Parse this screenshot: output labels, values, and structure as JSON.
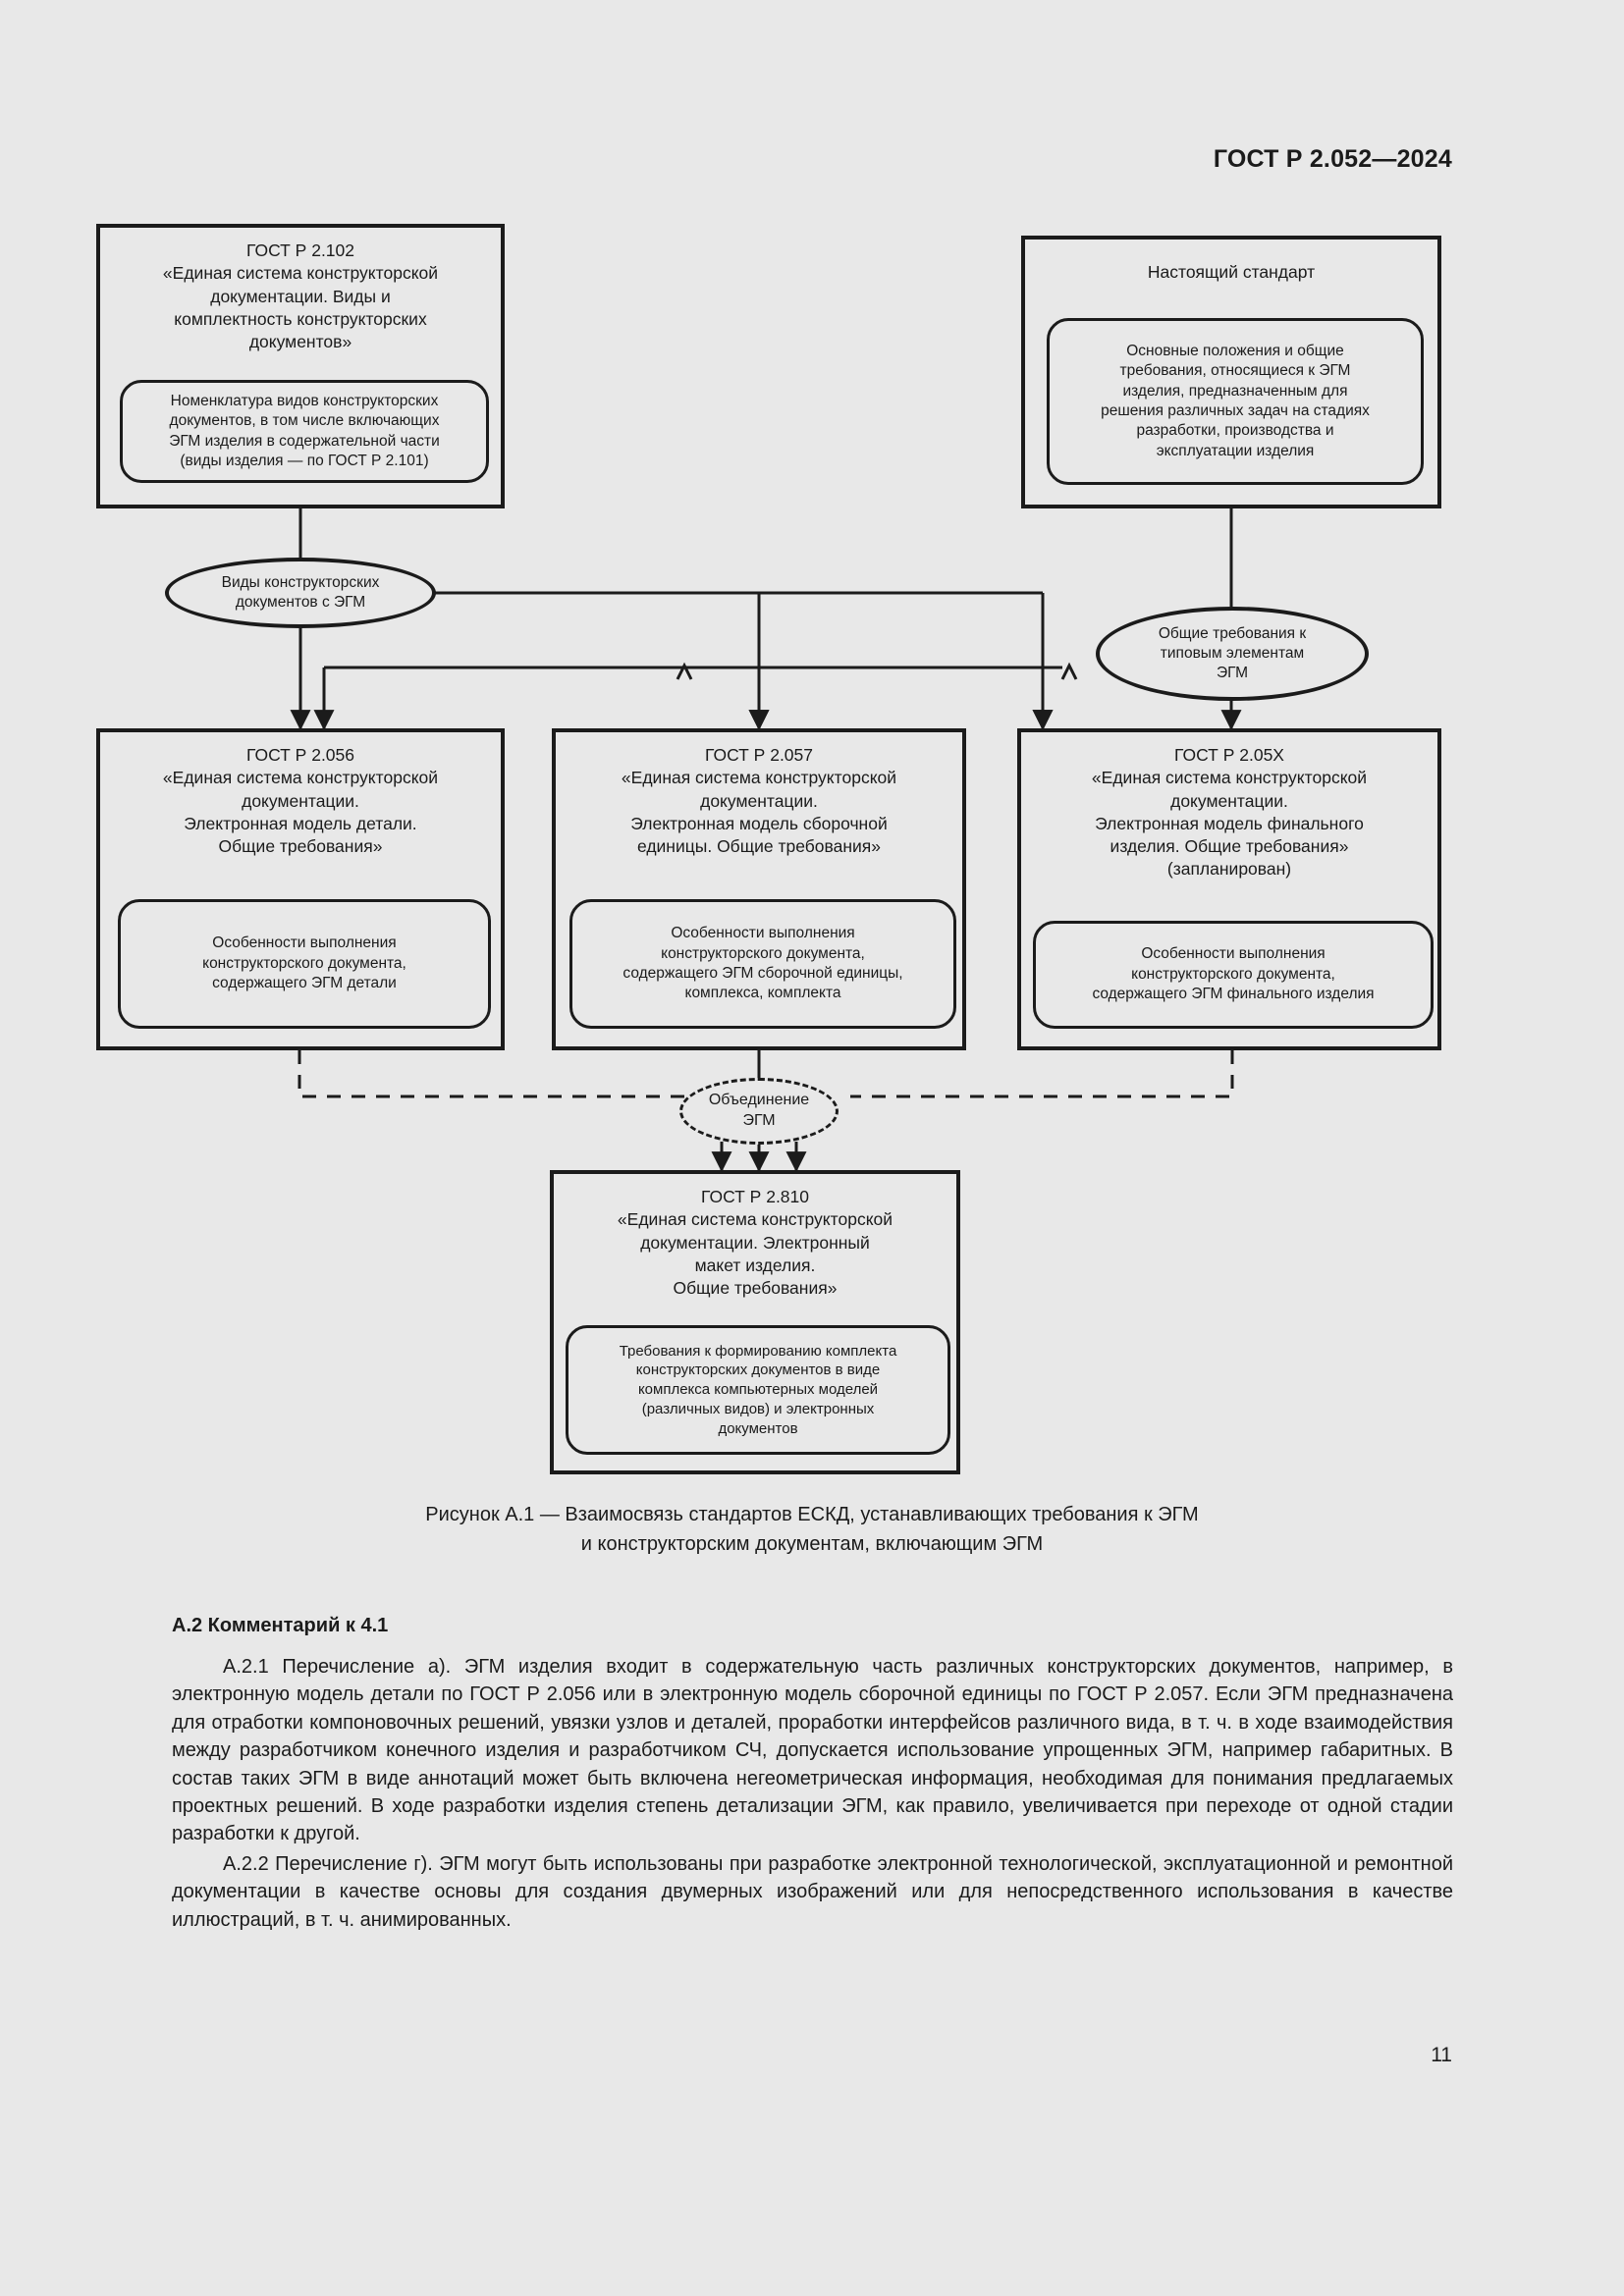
{
  "header": {
    "standard": "ГОСТ Р 2.052—2024"
  },
  "figure": {
    "nodes": {
      "gost_2102": {
        "title": "ГОСТ Р 2.102\n«Единая система конструкторской\nдокументации. Виды и\nкомплектность конструкторских\nдокументов»",
        "inner": "Номенклатура видов конструкторских\nдокументов, в том числе включающих\nЭГМ изделия в содержательной части\n(виды изделия — по ГОСТ Р 2.101)"
      },
      "current_standard": {
        "title": "Настоящий стандарт",
        "inner": "Основные положения и общие\nтребования, относящиеся к ЭГМ\nизделия, предназначенным для\nрешения различных задач на стадиях\nразработки, производства и\nэксплуатации изделия"
      },
      "gost_2056": {
        "title": "ГОСТ Р 2.056\n«Единая система конструкторской\nдокументации.\nЭлектронная модель детали.\nОбщие требования»",
        "inner": "Особенности выполнения\nконструкторского документа,\nсодержащего ЭГМ детали"
      },
      "gost_2057": {
        "title": "ГОСТ Р 2.057\n«Единая система конструкторской\nдокументации.\nЭлектронная модель сборочной\nединицы. Общие требования»",
        "inner": "Особенности выполнения\nконструкторского документа,\nсодержащего ЭГМ сборочной единицы,\nкомплекса, комплекта"
      },
      "gost_205x": {
        "title": "ГОСТ Р 2.05Х\n«Единая система конструкторской\nдокументации.\nЭлектронная модель финального\nизделия. Общие требования»\n(запланирован)",
        "inner": "Особенности выполнения\nконструкторского документа,\nсодержащего ЭГМ финального изделия"
      },
      "gost_2810": {
        "title": "ГОСТ Р 2.810\n«Единая система конструкторской\nдокументации. Электронный\nмакет изделия.\nОбщие требования»",
        "inner": "Требования к формированию комплекта\nконструкторских документов в виде\nкомплекса компьютерных моделей\n(различных видов) и электронных\nдокументов"
      }
    },
    "ellipses": {
      "doc_types": "Виды конструкторских\nдокументов с ЭГМ",
      "general_reqs": "Общие требования к\nтиповым элементам\nЭГМ",
      "union": "Объединение\nЭГМ"
    },
    "caption": "Рисунок А.1 — Взаимосвязь стандартов ЕСКД, устанавливающих требования к ЭГМ\nи конструкторским документам, включающим ЭГМ"
  },
  "section": {
    "heading": "А.2 Комментарий к 4.1",
    "paragraphs": [
      "А.2.1 Перечисление а). ЭГМ изделия входит в содержательную часть различных конструкторских документов, например, в электронную модель детали по ГОСТ Р 2.056 или в электронную модель сборочной единицы по ГОСТ Р 2.057. Если ЭГМ предназначена для отработки компоновочных решений, увязки узлов и деталей, проработки интерфейсов различного вида, в т. ч. в ходе взаимодействия между разработчиком конечного изделия и разработчиком СЧ, допускается использование упрощенных ЭГМ, например габаритных. В состав таких ЭГМ в виде аннотаций может быть включена негеометрическая информация, необходимая для понимания предлагаемых проектных решений. В ходе разработки изделия степень детализации ЭГМ, как правило, увеличивается при переходе от одной стадии разработки к другой.",
      "А.2.2 Перечисление г). ЭГМ могут быть использованы при разработке электронной технологической, эксплуатационной и ремонтной документации в качестве основы для создания двумерных изображений или для непосредственного использования в качестве иллюстраций, в т. ч. анимированных."
    ]
  },
  "footer": {
    "page_number": "11"
  }
}
